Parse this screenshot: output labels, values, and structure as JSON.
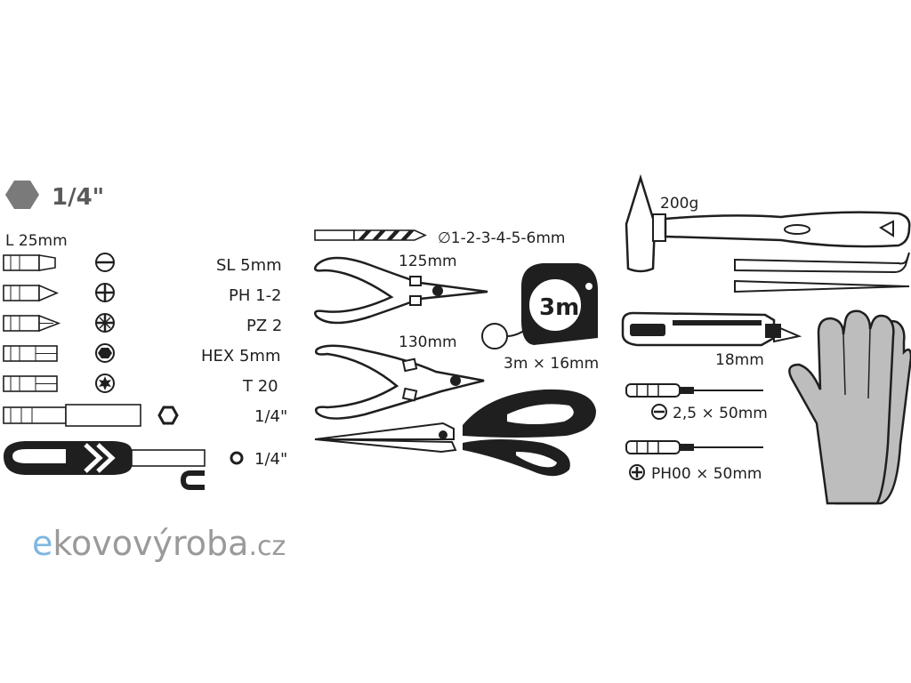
{
  "header": {
    "drive_size": "1/4\""
  },
  "bits": {
    "length_label": "L 25mm",
    "items": [
      {
        "label": "SL 5mm",
        "icon": "slotted-bit-icon"
      },
      {
        "label": "PH 1-2",
        "icon": "phillips-bit-icon"
      },
      {
        "label": "PZ 2",
        "icon": "pozidriv-bit-icon"
      },
      {
        "label": "HEX 5mm",
        "icon": "hex-bit-icon"
      },
      {
        "label": "T 20",
        "icon": "torx-bit-icon"
      }
    ],
    "holder_label": "1/4\"",
    "screwdriver_label": "1/4\""
  },
  "tools": {
    "drill_label": "∅1-2-3-4-5-6mm",
    "pliers_label": "125mm",
    "cutter_label": "130mm",
    "tape_badge": "3m",
    "tape_label": "3m × 16mm",
    "hammer_label": "200g",
    "knife_label": "18mm",
    "precision_flat_label": "2,5 × 50mm",
    "precision_ph_label": "PH00 × 50mm"
  },
  "watermark": {
    "part1": "e",
    "part2": "kovovýroba",
    "part3": ".cz"
  },
  "colors": {
    "ink": "#1f1f1f",
    "glove": "#bdbdbd",
    "logo_blue": "#7fb7e0",
    "logo_gray": "#9a9a9a"
  }
}
